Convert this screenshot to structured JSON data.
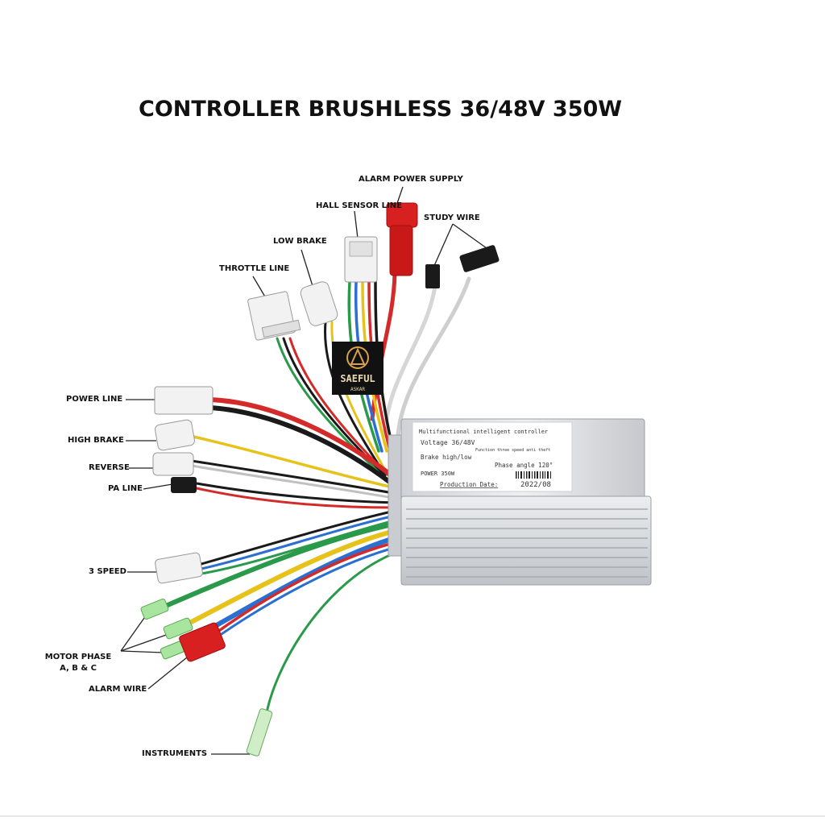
{
  "title": "CONTROLLER BRUSHLESS 36/48V 350W",
  "labels": {
    "alarm_power_supply": "ALARM POWER SUPPLY",
    "hall_sensor_line": "HALL SENSOR LINE",
    "study_wire": "STUDY WIRE",
    "low_brake": "LOW BRAKE",
    "throttle_line": "THROTTLE LINE",
    "power_line": "POWER LINE",
    "high_brake": "HIGH BRAKE",
    "reverse": "REVERSE",
    "pa_line": "PA LINE",
    "three_speed": "3 SPEED",
    "motor_phase": "MOTOR PHASE",
    "motor_phase_abc": "A, B & C",
    "alarm_wire": "ALARM WIRE",
    "instruments": "INSTRUMENTS"
  },
  "logo": {
    "text": "SAEFUL",
    "subtext": "ASKAR"
  },
  "controller_label": {
    "line1": "Multifunctional intelligent controller",
    "voltage": "Voltage 36/48V",
    "function": "Function three speed anti theft",
    "brake": "Brake high/low",
    "phase": "Phase angle 120°",
    "power": "POWER 350W",
    "production": "Production Date:",
    "date": "2022/08"
  },
  "colors": {
    "red_wire": "#d42a2a",
    "yellow_wire": "#e6c21a",
    "green_wire": "#2a9a4a",
    "blue_wire": "#2b6fd0",
    "black_wire": "#1a1a1a",
    "connector_white": "#f2f2f2",
    "connector_red": "#d82020",
    "housing": "#d9dbde"
  }
}
